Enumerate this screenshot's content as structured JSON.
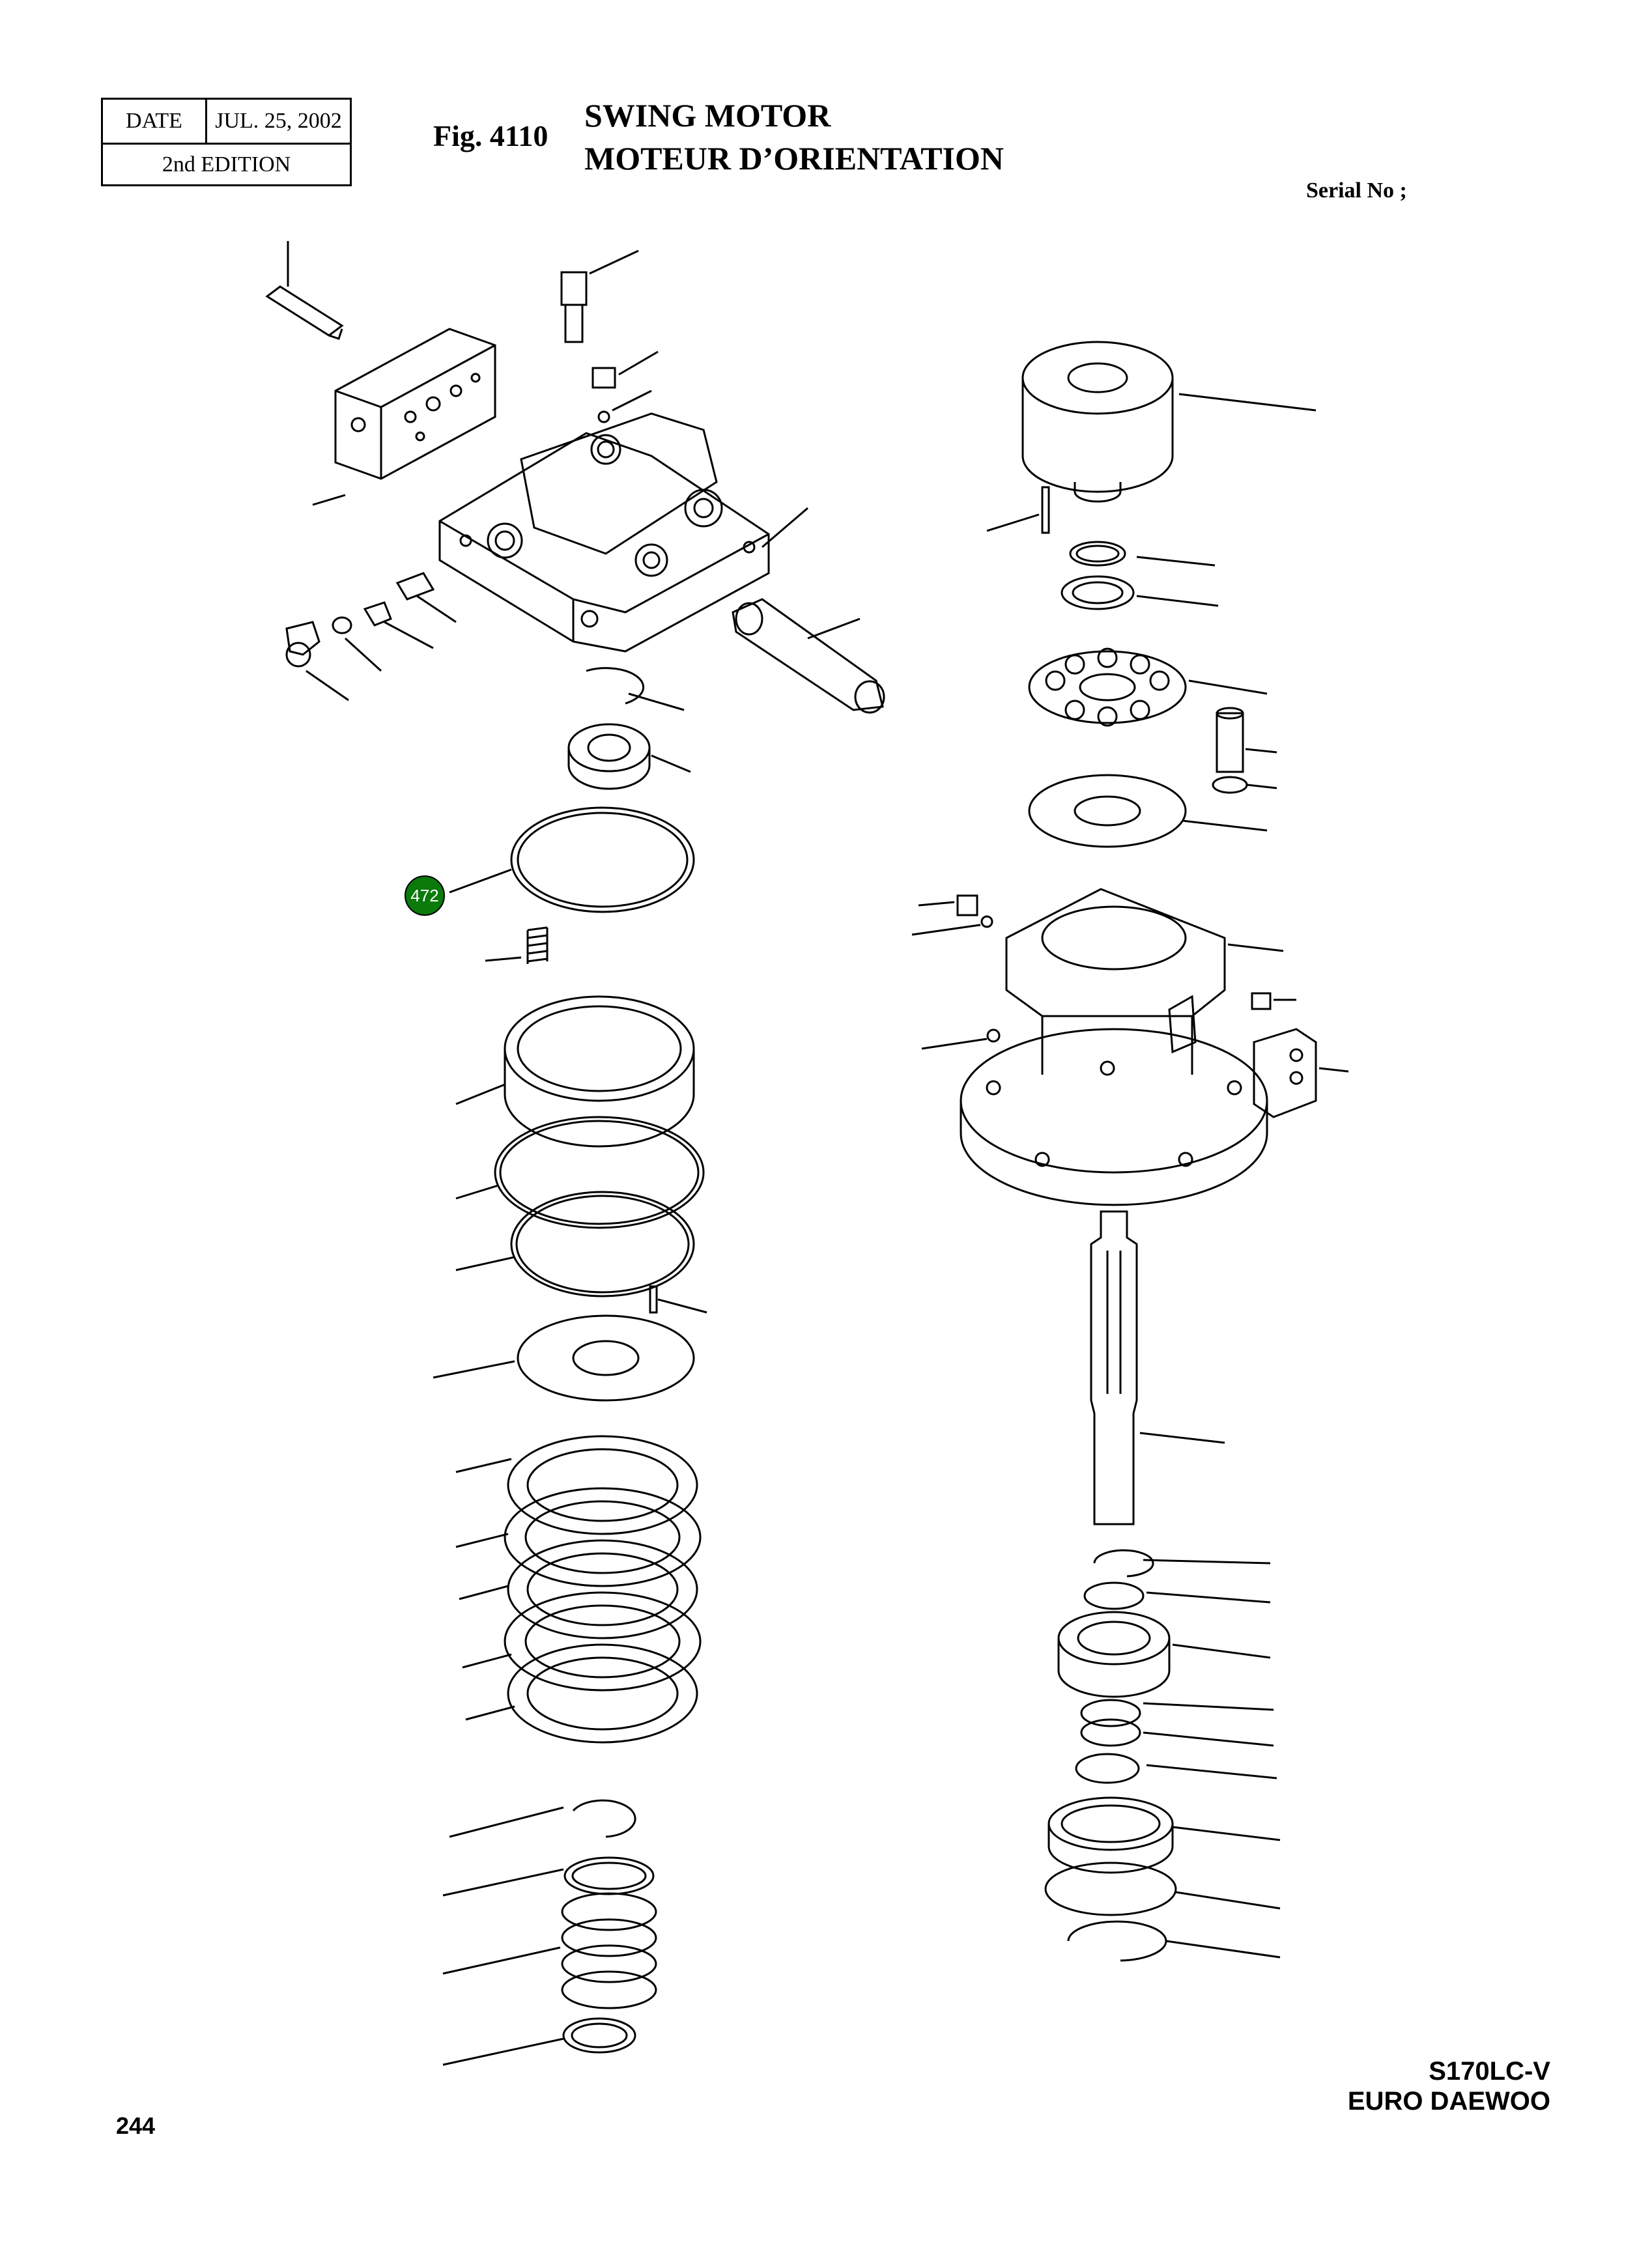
{
  "header": {
    "date_label": "DATE",
    "date_value": "JUL. 25, 2002",
    "edition": "2nd  EDITION",
    "figure_number": "Fig. 4110",
    "title_en": "SWING MOTOR",
    "title_fr": "MOTEUR D’ORIENTATION",
    "serial_label": "Serial No ;"
  },
  "callouts": [
    {
      "label": "472",
      "color": "#0a7a0a"
    }
  ],
  "footer": {
    "page_number": "244",
    "model": "S170LC-V",
    "brand": "EURO DAEWOO"
  }
}
